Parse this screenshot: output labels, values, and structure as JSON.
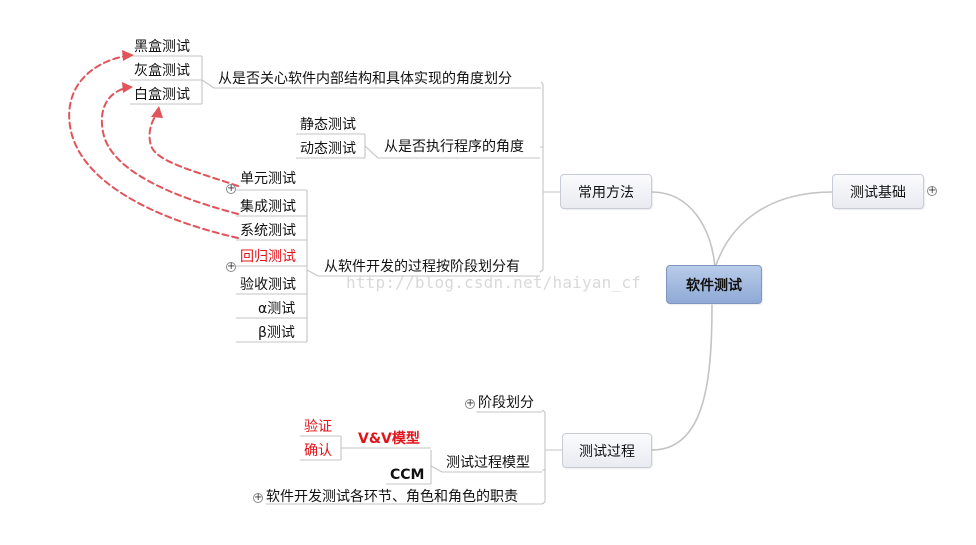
{
  "central": "软件测试",
  "branches": {
    "common_methods": "常用方法",
    "test_basics": "测试基础",
    "test_process": "测试过程"
  },
  "methods": {
    "structure_view": "从是否关心软件内部结构和具体实现的角度划分",
    "black_box": "黑盒测试",
    "gray_box": "灰盒测试",
    "white_box": "白盒测试",
    "execution_view": "从是否执行程序的角度",
    "static_test": "静态测试",
    "dynamic_test": "动态测试",
    "phase_view": "从软件开发的过程按阶段划分有",
    "unit_test": "单元测试",
    "integration_test": "集成测试",
    "system_test": "系统测试",
    "regression_test": "回归测试",
    "acceptance_test": "验收测试",
    "alpha_test": "α测试",
    "beta_test": "β测试"
  },
  "process": {
    "phase_division": "阶段划分",
    "test_process_model": "测试过程模型",
    "vv_model": "V&V模型",
    "verification": "验证",
    "validation": "确认",
    "ccm": "CCM",
    "roles": "软件开发测试各环节、角色和角色的职责"
  },
  "expand_icon": "+",
  "watermark": "http://blog.csdn.net/haiyan_cf",
  "colors": {
    "connector": "#c4c4c4",
    "dashed_arrow": "#e0545a",
    "highlight_text": "#e2141b",
    "central_fill": "#9db6df"
  }
}
